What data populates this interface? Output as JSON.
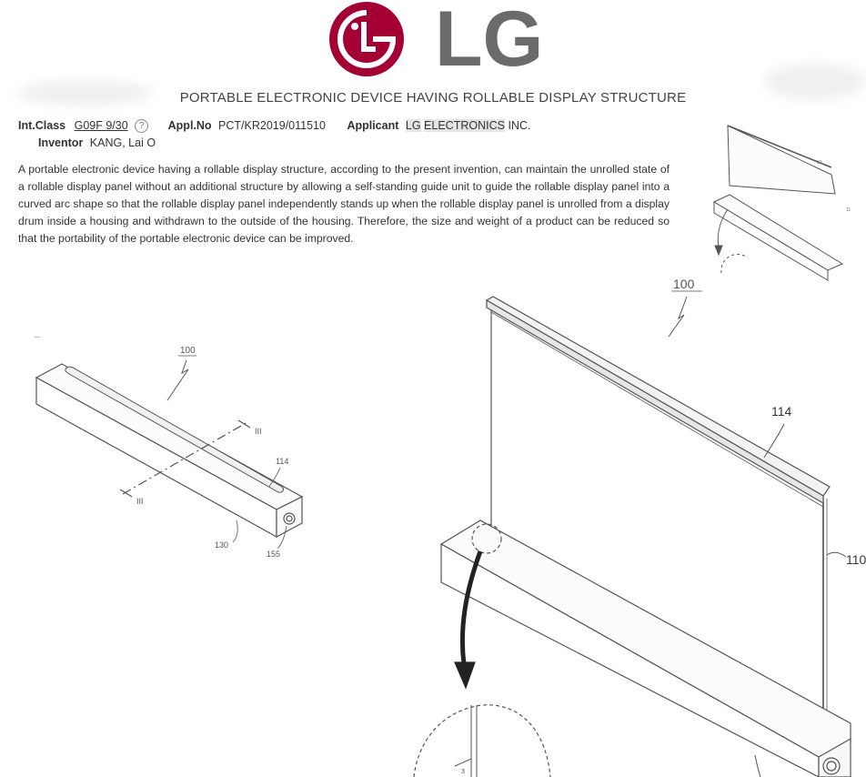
{
  "logo": {
    "text": "LG",
    "red": "#A50034",
    "gray": "#6b6b6b"
  },
  "title": "PORTABLE ELECTRONIC DEVICE HAVING ROLLABLE DISPLAY STRUCTURE",
  "meta": {
    "int_class_label": "Int.Class",
    "int_class_value": "G09F 9/30",
    "help_mark": "?",
    "appl_no_label": "Appl.No",
    "appl_no_value": "PCT/KR2019/011510",
    "applicant_label": "Applicant",
    "applicant_value_1": "LG",
    "applicant_value_2": "ELECTRONICS",
    "applicant_value_3": "INC.",
    "inventor_label": "Inventor",
    "inventor_value": "KANG, Lai O"
  },
  "abstract": "A portable electronic device having a rollable display structure, according to the present invention, can maintain the unrolled state of a rollable display panel without an additional structure by allowing a self-standing guide unit to guide the rollable display panel into a curved arc shape so that the rollable display panel independently stands up when the rollable display panel is unrolled from a display drum inside a housing and withdrawn to the outside of the housing. Therefore, the size and weight of a product can be reduced so that the portability of the portable electronic device can be improved.",
  "fig_left": {
    "label_100": "100",
    "label_114": "114",
    "label_130": "130",
    "label_155": "155",
    "section_mark_1": "III",
    "section_mark_2": "III"
  },
  "fig_small": {
    "label_100": "100",
    "tiny_label_1": "10",
    "tiny_label_2": "11"
  },
  "fig_large": {
    "label_114": "114",
    "label_110": "110",
    "detail_label": "3"
  }
}
